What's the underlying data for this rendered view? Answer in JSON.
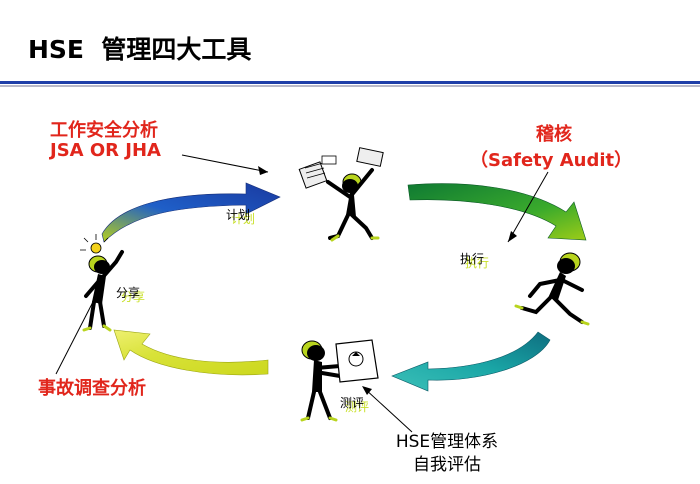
{
  "title": "HSE  管理四大工具",
  "tools": {
    "jsa_line1": "工作安全分析",
    "jsa_line2": "JSA OR JHA",
    "audit_line1": "稽核",
    "audit_line2": "（Safety Audit）",
    "incident": "事故调查分析",
    "hse_line1": "HSE管理体系",
    "hse_line2": "自我评估"
  },
  "cycle": {
    "plan": "计划",
    "execute": "执行",
    "evaluate": "测评",
    "share": "分享"
  },
  "colors": {
    "title_rule": "#1f3fa8",
    "red_text": "#e1261c",
    "arrow_top_left": "#1f5fc8",
    "arrow_top_right": "#1f9e3a",
    "arrow_bottom_right": "#1aa6a6",
    "arrow_bottom_left": "#c8d81a",
    "figure_accent": "#b8d41e"
  }
}
